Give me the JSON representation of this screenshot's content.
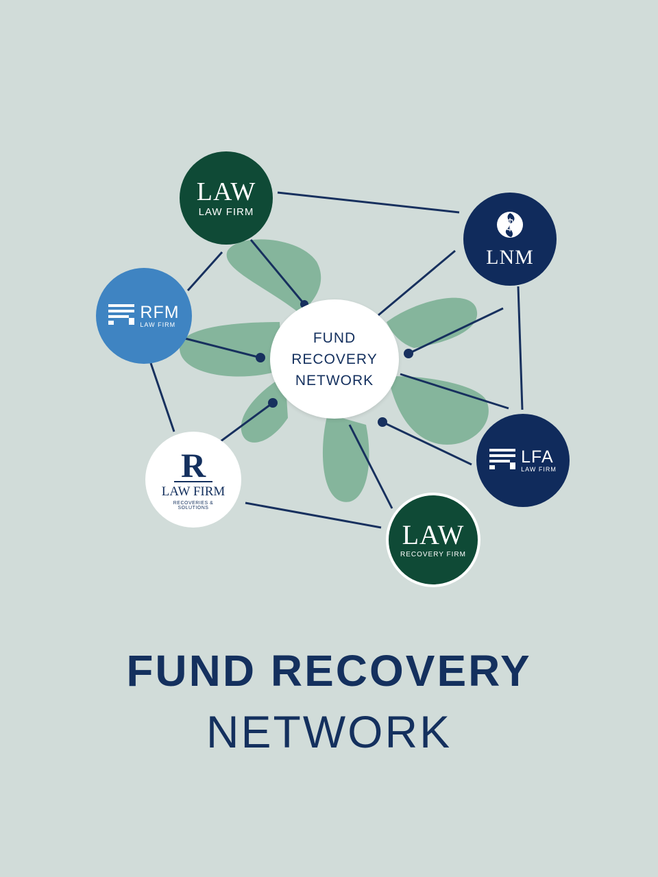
{
  "center": {
    "line1": "FUND",
    "line2": "RECOVERY",
    "line3": "NETWORK"
  },
  "firms": [
    {
      "main": "LAW",
      "sub": "LAW FIRM",
      "color": "#0f4a36"
    },
    {
      "main": "LNM",
      "icon": "dollar-swirl-icon",
      "color": "#102b5c"
    },
    {
      "main": "RFM",
      "sub": "LAW FIRM",
      "icon": "columns-icon",
      "color": "#3f84c2"
    },
    {
      "main": "LFA",
      "sub": "LAW FIRM",
      "icon": "columns-icon",
      "color": "#102b5c"
    },
    {
      "main": "R",
      "sub": "LAW FIRM",
      "tag1": "RECOVERIES &",
      "tag2": "SOLUTIONS",
      "color": "#ffffff"
    },
    {
      "main": "LAW",
      "sub": "RECOVERY FIRM",
      "color": "#0f4a36"
    }
  ],
  "title": {
    "main": "FUND RECOVERY",
    "sub": "NETWORK"
  },
  "colors": {
    "background": "#d1dcd9",
    "navy": "#14305e",
    "petal": "#85b59c",
    "line": "#17305e"
  }
}
